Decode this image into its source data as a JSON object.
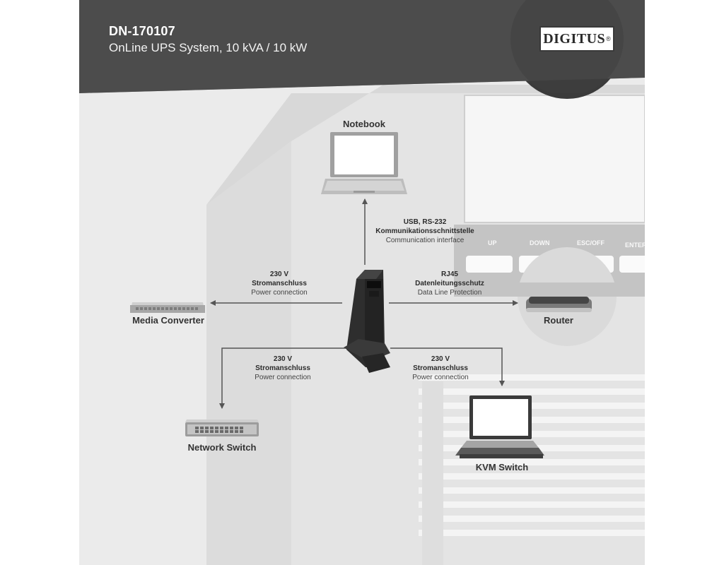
{
  "header": {
    "model": "DN-170107",
    "subtitle": "OnLine UPS System, 10 kVA / 10 kW",
    "logo_text": "DIGITUS",
    "logo_mark": "®"
  },
  "background_panel": {
    "buttons": [
      "UP",
      "DOWN",
      "ESC/OFF",
      "ENTER"
    ]
  },
  "center_device": {
    "icon": "ups-tower-icon"
  },
  "devices": {
    "notebook": {
      "label": "Notebook",
      "icon": "notebook-icon"
    },
    "media_converter": {
      "label": "Media Converter",
      "icon": "media-converter-icon"
    },
    "router": {
      "label": "Router",
      "icon": "router-icon"
    },
    "network_switch": {
      "label": "Network Switch",
      "icon": "network-switch-icon"
    },
    "kvm_switch": {
      "label": "KVM Switch",
      "icon": "kvm-switch-icon"
    }
  },
  "connections": {
    "notebook": {
      "line1": "USB, RS-232",
      "line2": "Kommunikationsschnittstelle",
      "line3": "Communication interface"
    },
    "media_converter": {
      "line1": "230 V",
      "line2": "Stromanschluss",
      "line3": "Power connection"
    },
    "router": {
      "line1": "RJ45",
      "line2": "Datenleitungsschutz",
      "line3": "Data Line Protection"
    },
    "network_switch": {
      "line1": "230 V",
      "line2": "Stromanschluss",
      "line3": "Power connection"
    },
    "kvm_switch": {
      "line1": "230 V",
      "line2": "Stromanschluss",
      "line3": "Power connection"
    }
  },
  "colors": {
    "header_bg": "#4d4d4d",
    "canvas_bg": "#ebebeb",
    "arrow": "#555555",
    "device_gray": "#9a9a9a"
  }
}
